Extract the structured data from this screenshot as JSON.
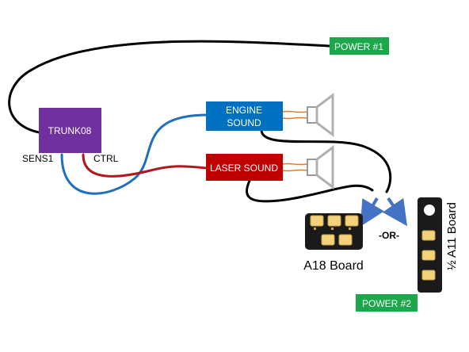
{
  "labels": {
    "power1": "POWER #1",
    "power2": "POWER #2",
    "trunk": "TRUNK08",
    "engine_line1": "ENGINE",
    "engine_line2": "SOUND",
    "laser": "LASER SOUND",
    "sens1": "SENS1",
    "ctrl": "CTRL",
    "or": "-OR-",
    "a18": "A18 Board",
    "a11": "½ A11 Board"
  },
  "colors": {
    "power_green": "#1aa84a",
    "trunk_purple": "#7030a0",
    "engine_blue": "#0070c0",
    "laser_red": "#c00000",
    "wire_black": "#000000",
    "wire_blue": "#1f6fbf",
    "wire_red": "#b0171f",
    "arrow_blue": "#4472c4",
    "pcb_black": "#1a1a1a",
    "connector_cream": "#f2d27a"
  },
  "icons": {
    "speaker_top": "speaker-icon",
    "speaker_bottom": "speaker-icon"
  }
}
